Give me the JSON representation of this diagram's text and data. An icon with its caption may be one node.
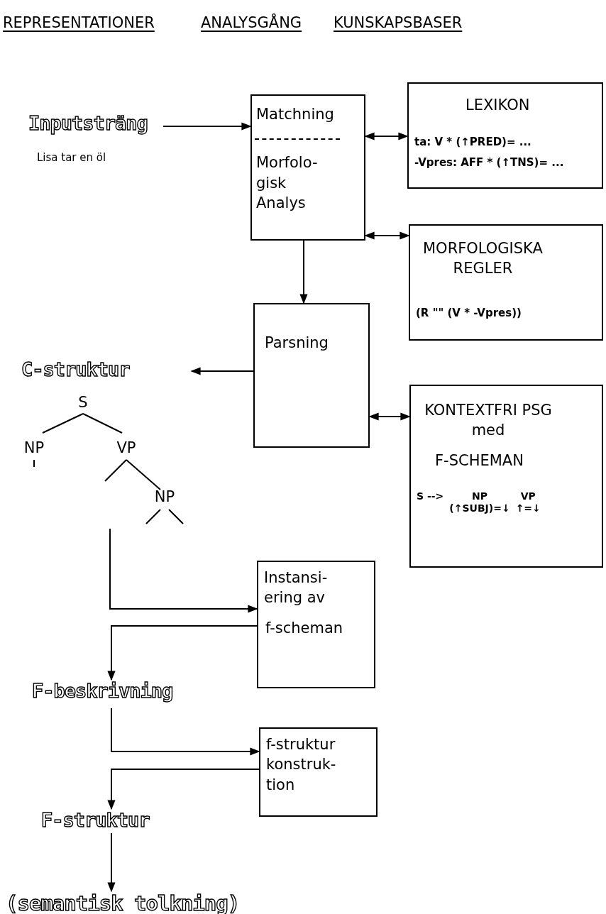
{
  "diagram": {
    "nodes": [
      {
        "text": [
          "Inputsträng"
        ],
        "beside": [
          "Lisa tar en öl"
        ]
      },
      {
        "text": [
          "Matchning",
          "Morfolo- gisk Analys"
        ]
      },
      {
        "text": [
          "LEXIKON",
          "ta: V * (↑PRED)= ...",
          "-Vpres: AFF * (↑TNS)= ..."
        ]
      },
      {
        "text": [
          "MORFOLOGISKA REGLER",
          "(R \"\" (V * -Vpres))"
        ]
      },
      {
        "text": [
          "Parsning"
        ]
      },
      {
        "text": [
          "C-struktur"
        ]
      },
      {
        "text": [
          "KONTEXTFRI PSG med",
          "F-SCHEMAN",
          "S -->",
          "NP (↑SUBJ)=↓",
          "VP ↑=↓"
        ]
      },
      {
        "text": [
          "Instansi- ering av",
          "f-scheman"
        ]
      },
      {
        "text": [
          "F-beskrivning"
        ]
      },
      {
        "text": [
          "f-struktur konstruk- tion"
        ]
      },
      {
        "text": [
          "F-struktur"
        ]
      },
      {
        "text": [
          "(semantisk tolkning)"
        ]
      }
    ],
    "edges": [
      {
        "from": 0,
        "to": 1,
        "arrow": "to"
      },
      {
        "from": 1,
        "to": 2,
        "arrow": "both"
      },
      {
        "from": 1,
        "to": 3,
        "arrow": "both"
      },
      {
        "from": 1,
        "to": 4,
        "arrow": "to"
      },
      {
        "from": 4,
        "to": 5,
        "arrow": "to"
      },
      {
        "from": 4,
        "to": 6,
        "arrow": "both"
      },
      {
        "from": 5,
        "to": 7,
        "arrow": "to"
      },
      {
        "from": 7,
        "to": 8,
        "arrow": "to"
      },
      {
        "from": 8,
        "to": 9,
        "arrow": "to"
      },
      {
        "from": 9,
        "to": 10,
        "arrow": "to"
      },
      {
        "from": 10,
        "to": 11,
        "arrow": "to"
      }
    ],
    "labels": [
      "REPRESENTATIONER",
      "ANALYSGÅNG",
      "KUNSKAPSBASER",
      "S",
      "NP",
      "VP",
      "NP"
    ]
  }
}
